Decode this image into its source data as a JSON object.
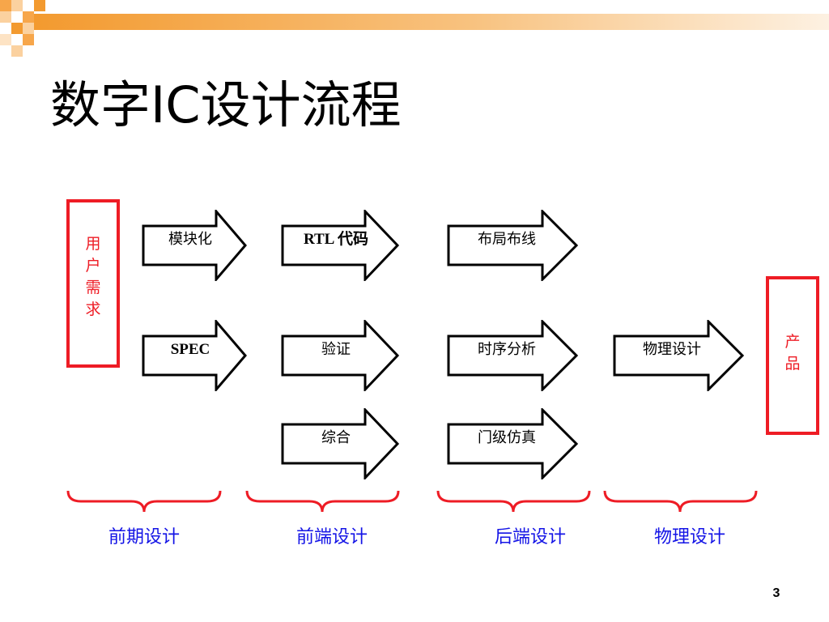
{
  "title": "数字IC设计流程",
  "input_box": {
    "chars": [
      "用",
      "户",
      "需",
      "求"
    ]
  },
  "output_box": {
    "chars": [
      "产",
      "品"
    ]
  },
  "columns": [
    {
      "arrows": [
        "模块化",
        "SPEC"
      ]
    },
    {
      "arrows": [
        "RTL 代码",
        "验证",
        "综合"
      ]
    },
    {
      "arrows": [
        "布局布线",
        "时序分析",
        "门级仿真"
      ]
    },
    {
      "arrows": [
        "物理设计"
      ]
    }
  ],
  "phases": [
    "前期设计",
    "前端设计",
    "后端设计",
    "物理设计"
  ],
  "page_number": "3",
  "colors": {
    "accent_red": "#ee1c25",
    "phase_blue": "#1414e6",
    "header_orange": "#f7a64a"
  }
}
